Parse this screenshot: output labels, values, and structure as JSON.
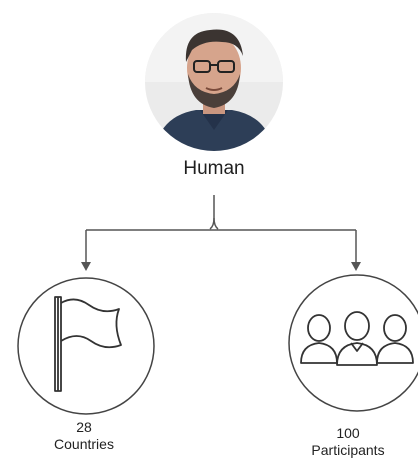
{
  "root": {
    "label": "Human",
    "avatar_icon": "person-photo",
    "colors": {
      "shirt": "#2d3e57",
      "hair": "#3b3431",
      "skin": "#d6a48c",
      "background": "#ececec"
    }
  },
  "children": [
    {
      "icon": "flag-icon",
      "value": "28",
      "label": "Countries"
    },
    {
      "icon": "group-icon",
      "value": "100",
      "label": "Participants"
    }
  ],
  "colors": {
    "line": "#555555",
    "text": "#222222"
  }
}
